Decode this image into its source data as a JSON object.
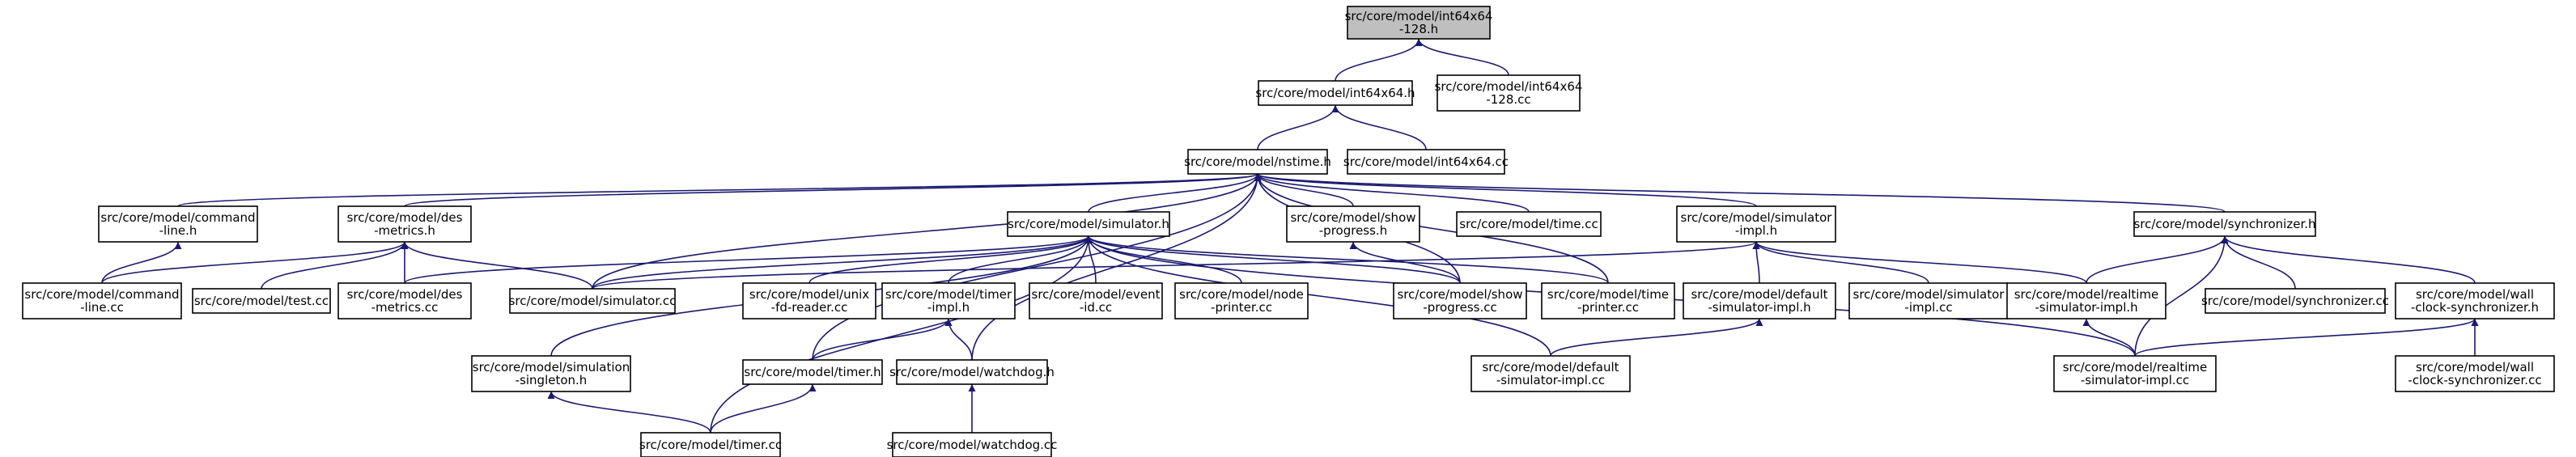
{
  "colors": {
    "edge": "#191970",
    "node_border": "#000000",
    "root_fill": "#bfbfbf",
    "node_fill": "#ffffff"
  },
  "nodes": [
    {
      "id": "n0",
      "lines": [
        "src/core/model/int64x64",
        "-128.h"
      ],
      "root": true
    },
    {
      "id": "n1",
      "lines": [
        "src/core/model/int64x64.h"
      ]
    },
    {
      "id": "n2",
      "lines": [
        "src/core/model/int64x64",
        "-128.cc"
      ]
    },
    {
      "id": "n3",
      "lines": [
        "src/core/model/nstime.h"
      ]
    },
    {
      "id": "n4",
      "lines": [
        "src/core/model/int64x64.cc"
      ]
    },
    {
      "id": "n5",
      "lines": [
        "src/core/model/command",
        "-line.h"
      ]
    },
    {
      "id": "n6",
      "lines": [
        "src/core/model/des",
        "-metrics.h"
      ]
    },
    {
      "id": "n7",
      "lines": [
        "src/core/model/simulator.h"
      ]
    },
    {
      "id": "n8",
      "lines": [
        "src/core/model/show",
        "-progress.h"
      ]
    },
    {
      "id": "n9",
      "lines": [
        "src/core/model/time.cc"
      ]
    },
    {
      "id": "n10",
      "lines": [
        "src/core/model/simulator",
        "-impl.h"
      ]
    },
    {
      "id": "n11",
      "lines": [
        "src/core/model/synchronizer.h"
      ]
    },
    {
      "id": "n12",
      "lines": [
        "src/core/model/command",
        "-line.cc"
      ]
    },
    {
      "id": "n13",
      "lines": [
        "src/core/model/test.cc"
      ]
    },
    {
      "id": "n14",
      "lines": [
        "src/core/model/des",
        "-metrics.cc"
      ]
    },
    {
      "id": "n15",
      "lines": [
        "src/core/model/simulator.cc"
      ]
    },
    {
      "id": "n16",
      "lines": [
        "src/core/model/unix",
        "-fd-reader.cc"
      ]
    },
    {
      "id": "n17",
      "lines": [
        "src/core/model/timer",
        "-impl.h"
      ]
    },
    {
      "id": "n18",
      "lines": [
        "src/core/model/event",
        "-id.cc"
      ]
    },
    {
      "id": "n19",
      "lines": [
        "src/core/model/node",
        "-printer.cc"
      ]
    },
    {
      "id": "n20",
      "lines": [
        "src/core/model/show",
        "-progress.cc"
      ]
    },
    {
      "id": "n21",
      "lines": [
        "src/core/model/time",
        "-printer.cc"
      ]
    },
    {
      "id": "n22",
      "lines": [
        "src/core/model/default",
        "-simulator-impl.h"
      ]
    },
    {
      "id": "n23",
      "lines": [
        "src/core/model/simulator",
        "-impl.cc"
      ]
    },
    {
      "id": "n24",
      "lines": [
        "src/core/model/realtime",
        "-simulator-impl.h"
      ]
    },
    {
      "id": "n25",
      "lines": [
        "src/core/model/synchronizer.cc"
      ]
    },
    {
      "id": "n26",
      "lines": [
        "src/core/model/wall",
        "-clock-synchronizer.h"
      ]
    },
    {
      "id": "n27",
      "lines": [
        "src/core/model/simulation",
        "-singleton.h"
      ]
    },
    {
      "id": "n28",
      "lines": [
        "src/core/model/timer.h"
      ]
    },
    {
      "id": "n29",
      "lines": [
        "src/core/model/watchdog.h"
      ]
    },
    {
      "id": "n30",
      "lines": [
        "src/core/model/default",
        "-simulator-impl.cc"
      ]
    },
    {
      "id": "n31",
      "lines": [
        "src/core/model/realtime",
        "-simulator-impl.cc"
      ]
    },
    {
      "id": "n32",
      "lines": [
        "src/core/model/wall",
        "-clock-synchronizer.cc"
      ]
    },
    {
      "id": "n33",
      "lines": [
        "src/core/model/timer.cc"
      ]
    },
    {
      "id": "n34",
      "lines": [
        "src/core/model/watchdog.cc"
      ]
    }
  ],
  "edges": [
    [
      "n1",
      "n0"
    ],
    [
      "n2",
      "n0"
    ],
    [
      "n3",
      "n1"
    ],
    [
      "n4",
      "n1"
    ],
    [
      "n5",
      "n3"
    ],
    [
      "n6",
      "n3"
    ],
    [
      "n7",
      "n3"
    ],
    [
      "n8",
      "n3"
    ],
    [
      "n9",
      "n3"
    ],
    [
      "n10",
      "n3"
    ],
    [
      "n11",
      "n3"
    ],
    [
      "n15",
      "n3"
    ],
    [
      "n20",
      "n3"
    ],
    [
      "n21",
      "n3"
    ],
    [
      "n28",
      "n3"
    ],
    [
      "n29",
      "n3"
    ],
    [
      "n12",
      "n5"
    ],
    [
      "n12",
      "n6"
    ],
    [
      "n13",
      "n6"
    ],
    [
      "n14",
      "n6"
    ],
    [
      "n15",
      "n6"
    ],
    [
      "n14",
      "n7"
    ],
    [
      "n15",
      "n7"
    ],
    [
      "n16",
      "n7"
    ],
    [
      "n17",
      "n7"
    ],
    [
      "n18",
      "n7"
    ],
    [
      "n19",
      "n7"
    ],
    [
      "n20",
      "n7"
    ],
    [
      "n21",
      "n7"
    ],
    [
      "n27",
      "n7"
    ],
    [
      "n30",
      "n7"
    ],
    [
      "n31",
      "n7"
    ],
    [
      "n33",
      "n7"
    ],
    [
      "n20",
      "n8"
    ],
    [
      "n15",
      "n10"
    ],
    [
      "n22",
      "n10"
    ],
    [
      "n23",
      "n10"
    ],
    [
      "n24",
      "n10"
    ],
    [
      "n24",
      "n11"
    ],
    [
      "n25",
      "n11"
    ],
    [
      "n26",
      "n11"
    ],
    [
      "n31",
      "n11"
    ],
    [
      "n28",
      "n17"
    ],
    [
      "n29",
      "n17"
    ],
    [
      "n30",
      "n22"
    ],
    [
      "n31",
      "n24"
    ],
    [
      "n31",
      "n26"
    ],
    [
      "n32",
      "n26"
    ],
    [
      "n33",
      "n27"
    ],
    [
      "n33",
      "n28"
    ],
    [
      "n34",
      "n29"
    ]
  ]
}
